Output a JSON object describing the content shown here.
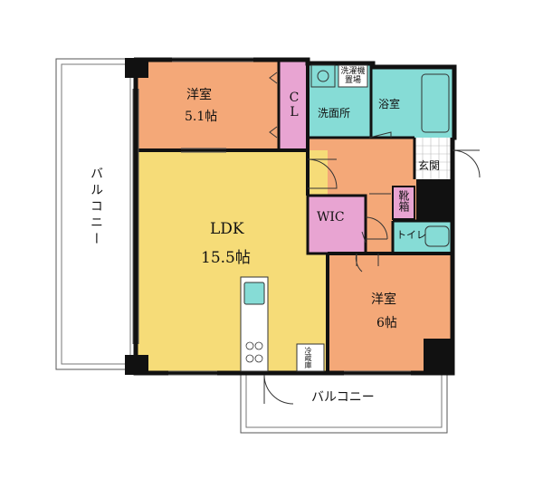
{
  "rooms": {
    "western_room_1": {
      "name": "洋室",
      "size": "5.1帖"
    },
    "closet": {
      "name": "CL"
    },
    "washroom": {
      "name": "洗面所",
      "washer_label": "洗濯機置場"
    },
    "bathroom": {
      "name": "浴室"
    },
    "entrance": {
      "name": "玄関"
    },
    "shoe_box": {
      "name": "靴箱"
    },
    "wic": {
      "name": "WIC"
    },
    "toilet": {
      "name": "トイレ"
    },
    "ldk": {
      "name": "LDK",
      "size": "15.5帖"
    },
    "western_room_2": {
      "name": "洋室",
      "size": "6帖"
    },
    "fridge": {
      "name": "冷蔵庫"
    }
  },
  "balconies": {
    "west": "バルコニー",
    "south": "バルコニー"
  },
  "colors": {
    "western_room": "#f4a878",
    "ldk": "#f6dc78",
    "wet_area": "#86dcd6",
    "storage": "#e8a4d2",
    "hallway": "#f4a878",
    "wall": "#111111"
  }
}
